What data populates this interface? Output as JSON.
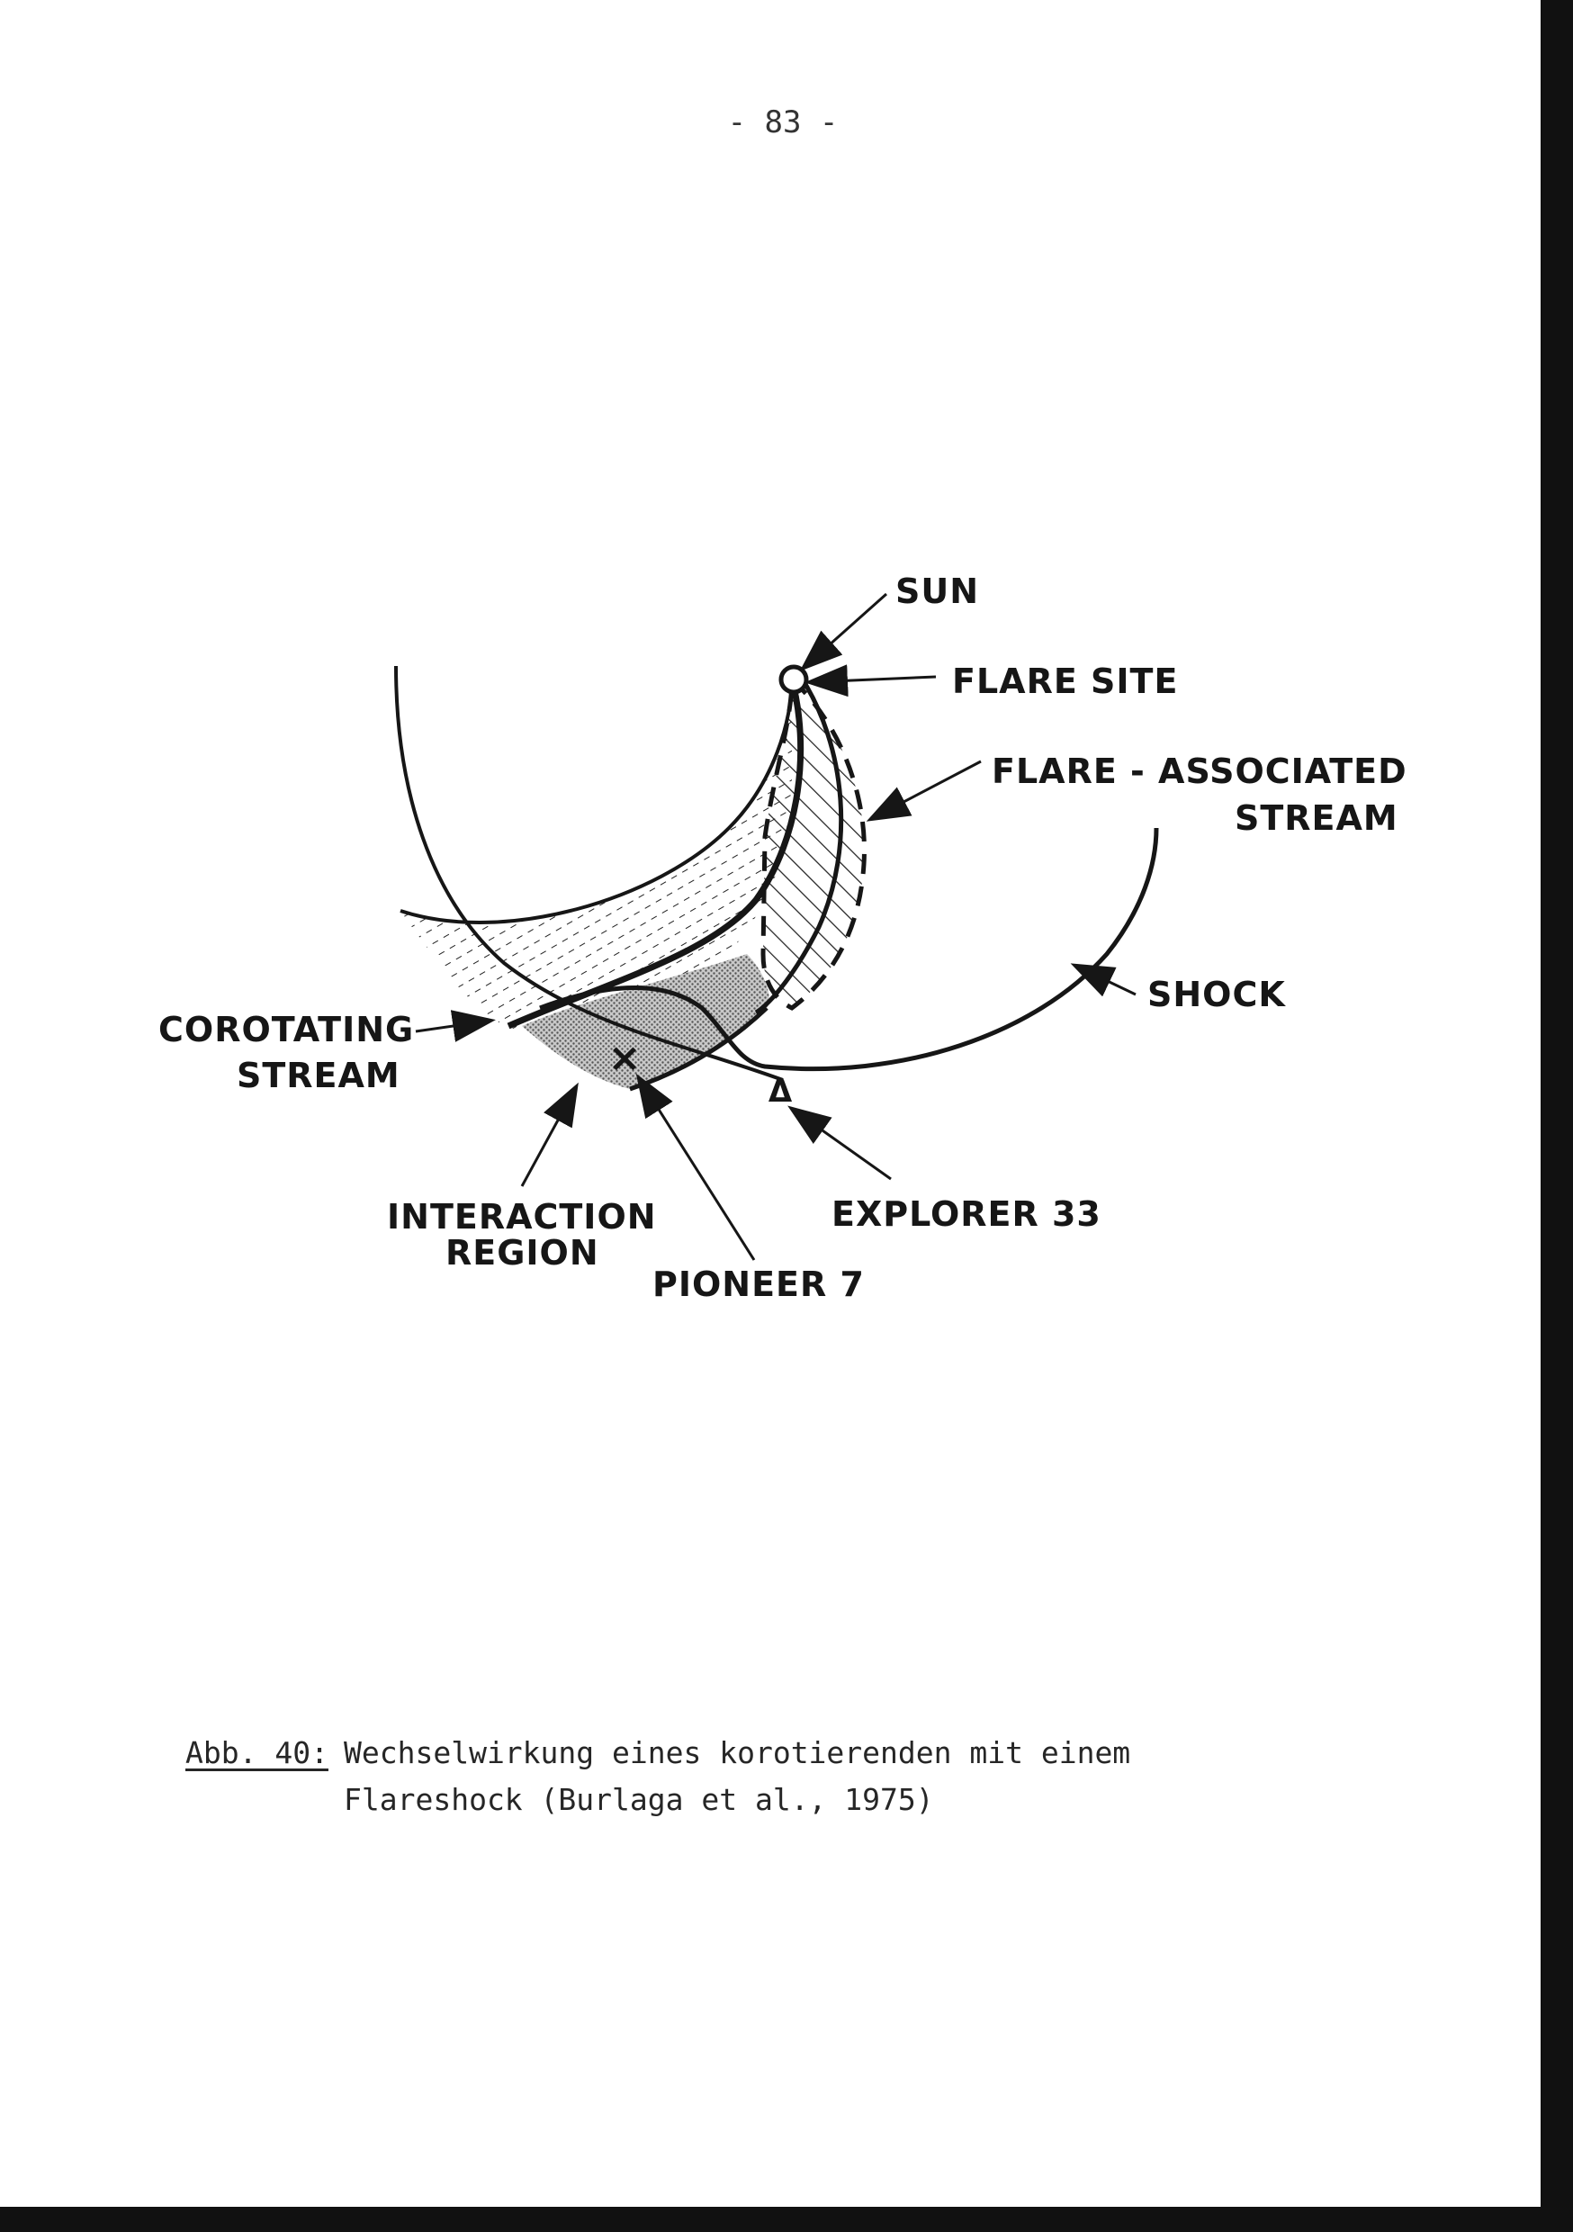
{
  "page": {
    "number": "- 83 -"
  },
  "diagram": {
    "labels": {
      "sun": "SUN",
      "flare_site": "FLARE SITE",
      "flare_associated": "FLARE - ASSOCIATED",
      "flare_associated_2": "STREAM",
      "shock": "SHOCK",
      "corotating": "COROTATING",
      "corotating_2": "STREAM",
      "interaction": "INTERACTION",
      "interaction_2": "REGION",
      "explorer": "EXPLORER 33",
      "pioneer": "PIONEER 7"
    },
    "markers": {
      "pioneer_symbol": "×",
      "explorer_symbol": "Δ"
    }
  },
  "caption": {
    "label": "Abb. 40:",
    "text": "Wechselwirkung eines korotierenden mit einem\nFlareshock (Burlaga et al., 1975)"
  }
}
